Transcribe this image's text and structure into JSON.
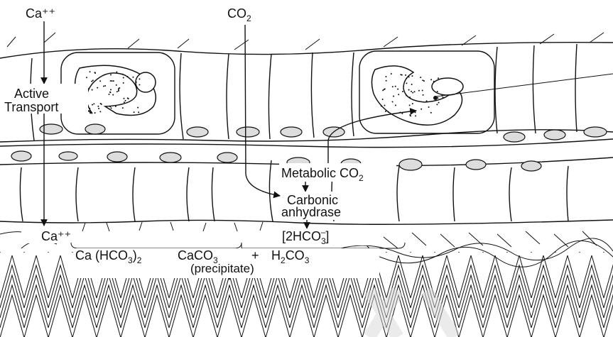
{
  "labels": {
    "ca_top": "Ca⁺⁺",
    "co2_top": "CO",
    "co2_sub": "2",
    "active": "Active",
    "transport": "Transport",
    "metabolic": "Metabolic CO",
    "metabolic_sub": "2",
    "carbonic": "Carbonic",
    "anhydrase": "anhydrase",
    "ca_bottom": "Ca⁺⁺",
    "bicarb": "[2HCO",
    "bicarb_sub": "3",
    "bicarb_sup": "–",
    "bicarb_close": "]",
    "ca_hco3": "Ca (HCO",
    "ca_hco3_sub1": "3",
    "ca_hco3_close": ")",
    "ca_hco3_sub2": "2",
    "caco3": "CaCO",
    "caco3_sub": "3",
    "plus": "+",
    "h2co3_h": "H",
    "h2co3_sub1": "2",
    "h2co3_co": "CO",
    "h2co3_sub2": "3",
    "precipitate": "(precipitate)"
  },
  "colors": {
    "ink": "#111111",
    "background": "#ffffff",
    "watermark": "#d8d8d8"
  }
}
